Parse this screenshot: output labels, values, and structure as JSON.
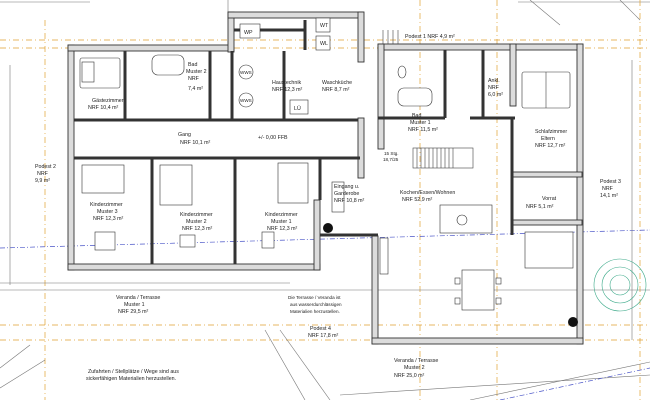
{
  "rooms": {
    "gaestezimmer": {
      "name": "Gästezimmer",
      "area": "NRF 10,4 m²"
    },
    "bad2": {
      "line1": "Bad",
      "line2": "Muster 2",
      "line3": "NRF",
      "area": "7,4 m²"
    },
    "wp": "WP",
    "wws1": "WWS",
    "wws2": "WWS",
    "wt": "WT",
    "wl": "WL",
    "haustechnik": {
      "name": "Haustechnik",
      "area": "NRF 12,3 m²"
    },
    "waschkueche": {
      "name": "Waschküche",
      "area": "NRF 8,7 m²"
    },
    "lue": "LÜ",
    "podest1": "Podest 1 NRF 4,9 m²",
    "gang": {
      "name": "Gang",
      "area": "NRF 10,1 m²"
    },
    "ffb": "+/- 0,00 FFB",
    "bad1": {
      "line1": "Bad",
      "line2": "Muster 1",
      "area": "NRF 11,5 m²"
    },
    "ankl": {
      "line1": "Ankl.",
      "line2": "NRF",
      "area": "6,0 m²"
    },
    "schlafzimmer": {
      "line1": "Schlafzimmer",
      "line2": "Eltern",
      "area": "NRF 12,7 m²"
    },
    "podest2": {
      "line1": "Podest 2",
      "line2": "NRF",
      "area": "9,9 m²"
    },
    "kinder3": {
      "line1": "Kinderzimmer",
      "line2": "Muster 3",
      "area": "NRF 12,3 m²"
    },
    "kinder2": {
      "line1": "Kinderzimmer",
      "line2": "Muster 2",
      "area": "NRF 12,3 m²"
    },
    "kinder1": {
      "line1": "Kinderzimmer",
      "line2": "Muster 1",
      "area": "NRF 12,3 m²"
    },
    "eingang": {
      "line1": "Eingang u.",
      "line2": "Garderobe",
      "area": "NRF 10,8 m²"
    },
    "stairs": {
      "line1": "15 Stg.",
      "line2": "18,7/25"
    },
    "kochen": {
      "name": "Kochen/Essen/Wohnen",
      "area": "NRF 52,9 m²"
    },
    "vorrat": {
      "name": "Vorrat",
      "area": "NRF 5,1 m²"
    },
    "podest3": {
      "line1": "Podest 3",
      "line2": "NRF",
      "area": "14,1 m²"
    },
    "veranda1": {
      "line1": "Veranda / Terrasse",
      "line2": "Muster 1",
      "area": "NRF 29,5 m²"
    },
    "terrasse_note": {
      "line1": "Die Terrasse / Veranda ist",
      "line2": "aus wasserdurchlässigen",
      "line3": "Materialien herzustellen."
    },
    "podest4": {
      "name": "Podest 4",
      "area": "NRF 17,8 m²"
    },
    "veranda2": {
      "line1": "Veranda / Terrasse",
      "line2": "Muster 2",
      "area": "NRF 25,0 m²"
    },
    "zufahrten": {
      "line1": "Zufahrten / Stellplätze / Wege sind aus",
      "line2": "sickerfähigen Materialien herzustellen."
    }
  },
  "colors": {
    "wall": "#dcdcdc",
    "grid_line": "#e0a030",
    "boundary_line": "#4a55c8",
    "tree": "#3daa8a"
  }
}
